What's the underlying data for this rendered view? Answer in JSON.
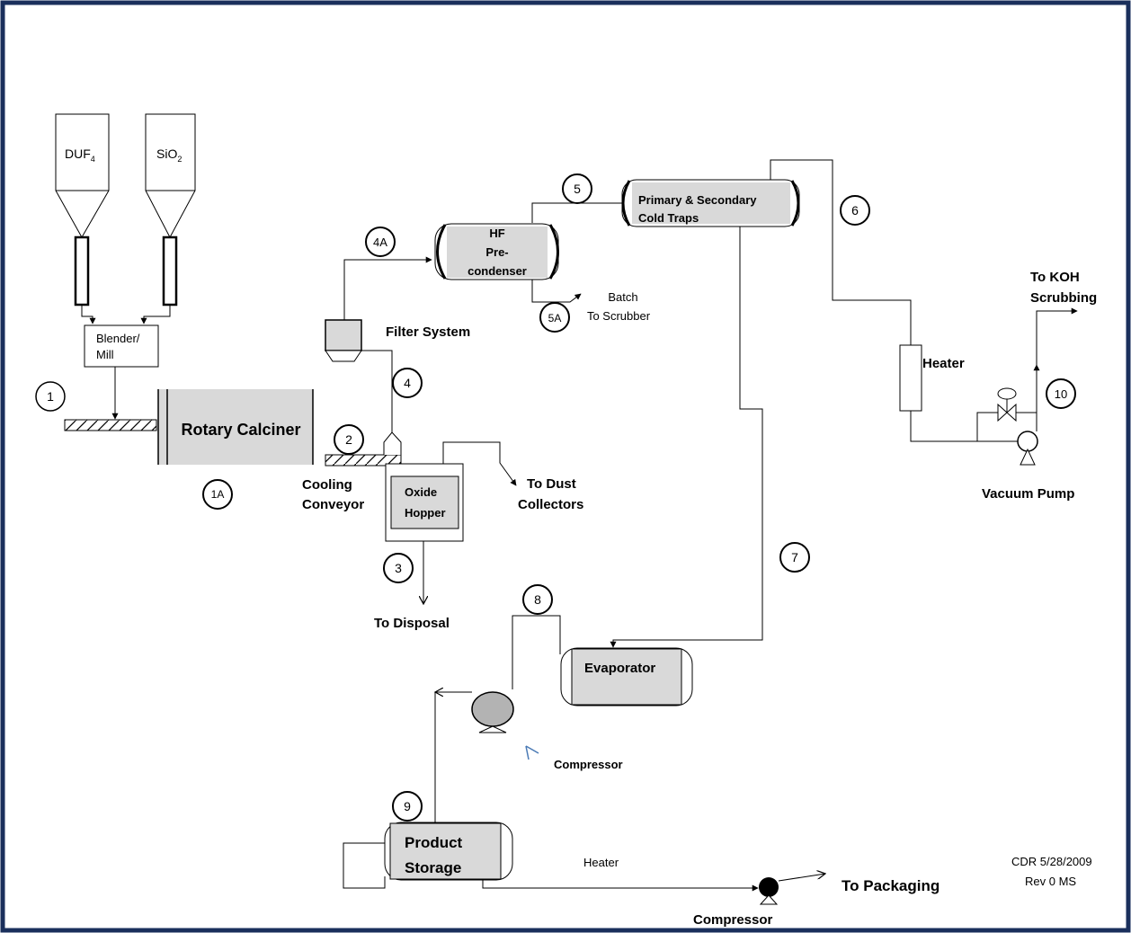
{
  "hoppers": {
    "duf4": {
      "main": "DUF",
      "sub": "4"
    },
    "sio2": {
      "main": "SiO",
      "sub": "2"
    }
  },
  "equipment": {
    "blender": [
      "Blender/",
      "Mill"
    ],
    "rotary_calciner": "Rotary Calciner",
    "cooling_conveyor": [
      "Cooling",
      "Conveyor"
    ],
    "oxide_hopper": [
      "Oxide",
      "Hopper"
    ],
    "filter_system": "Filter System",
    "hf_precondenser": [
      "HF",
      "Pre-",
      "condenser"
    ],
    "cold_traps": [
      "Primary & Secondary",
      "Cold Traps"
    ],
    "heater_upper": "Heater",
    "vacuum_pump": "Vacuum Pump",
    "evaporator": "Evaporator",
    "compressor_mid": "Compressor",
    "product_storage": [
      "Product",
      "Storage"
    ],
    "heater_lower": "Heater",
    "compressor_bottom": "Compressor"
  },
  "destinations": {
    "dust_collectors": [
      "To Dust",
      "Collectors"
    ],
    "disposal": "To Disposal",
    "scrubber": [
      "Batch",
      "To Scrubber"
    ],
    "koh": [
      "To KOH",
      "Scrubbing"
    ],
    "packaging": "To Packaging"
  },
  "streams": [
    "1",
    "1A",
    "2",
    "3",
    "4",
    "4A",
    "5",
    "5A",
    "6",
    "7",
    "8",
    "9",
    "10"
  ],
  "footer": {
    "line1": "CDR 5/28/2009",
    "line2": "Rev 0  MS"
  }
}
